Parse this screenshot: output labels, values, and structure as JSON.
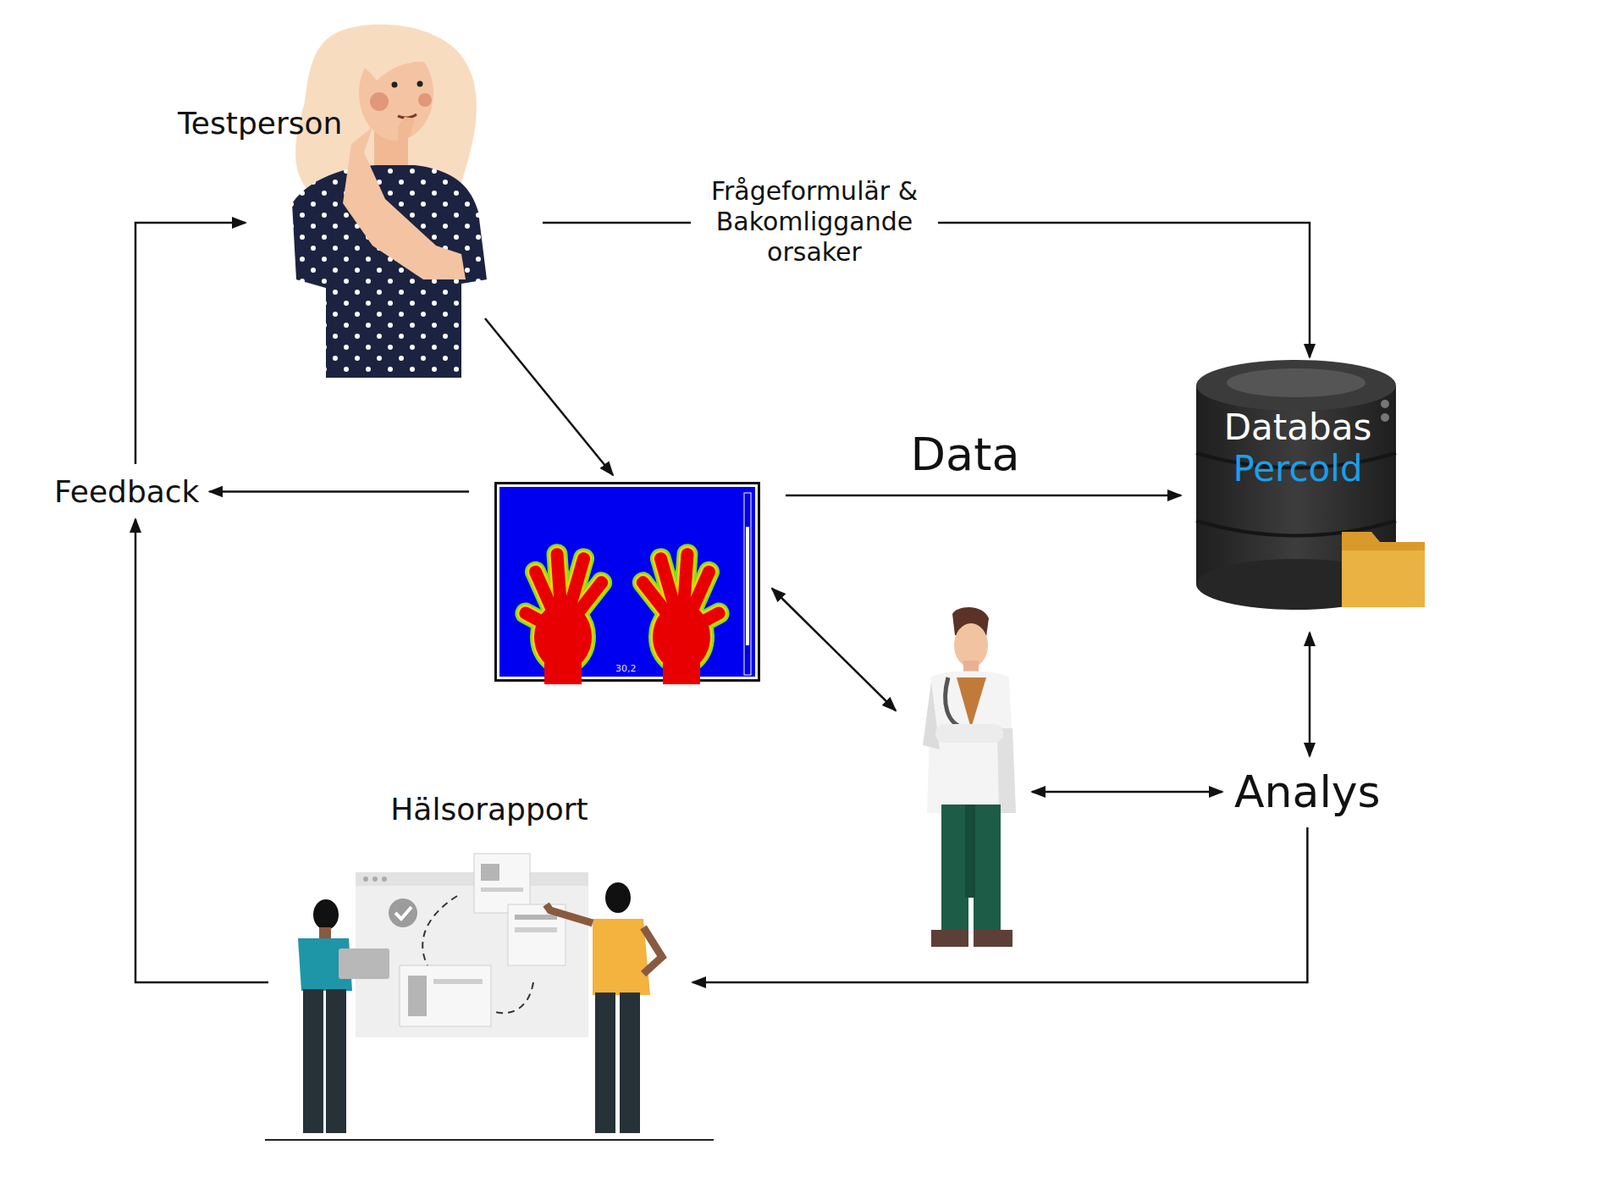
{
  "diagram": {
    "nodes": [
      {
        "text": [
          "Testperson"
        ]
      },
      {
        "text": [
          "30,2"
        ]
      },
      {
        "text": [
          "Databas",
          "Percold"
        ]
      },
      {
        "text": [
          "Feedback"
        ]
      },
      {
        "text": []
      },
      {
        "text": [
          "Analys"
        ]
      },
      {
        "text": [
          "Hälsorapport"
        ]
      }
    ],
    "edges": [
      {
        "from": 0,
        "to": 2,
        "arrow": "to",
        "label": "Frågeformulär & Bakomliggande orsaker"
      },
      {
        "from": 0,
        "to": 1,
        "arrow": "to"
      },
      {
        "from": 1,
        "to": 2,
        "arrow": "to",
        "label": "Data"
      },
      {
        "from": 1,
        "to": 3,
        "arrow": "to"
      },
      {
        "from": 3,
        "to": 0,
        "arrow": "to"
      },
      {
        "from": 1,
        "to": 4,
        "arrow": "both"
      },
      {
        "from": 2,
        "to": 5,
        "arrow": "both"
      },
      {
        "from": 4,
        "to": 5,
        "arrow": "both"
      },
      {
        "from": 5,
        "to": 6,
        "arrow": "to"
      },
      {
        "from": 6,
        "to": 3,
        "arrow": "to"
      }
    ]
  }
}
